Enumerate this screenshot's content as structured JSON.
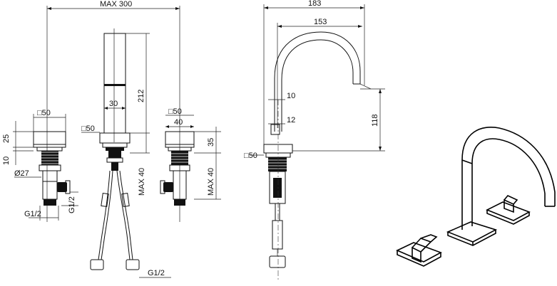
{
  "front_view": {
    "max_overall_width": "MAX 300",
    "left_square": "□50",
    "left_height_top": "25",
    "left_height_bottom": "10",
    "left_diameter": "Ø27",
    "left_thread": "G1/2",
    "left_thread_vertical": "G1/2",
    "center_width": "30",
    "center_height": "212",
    "center_square": "□50",
    "center_max_depth": "MAX 40",
    "hose_thread": "G1/2",
    "right_square": "□50",
    "right_width": "40",
    "right_height": "35",
    "right_max_depth": "MAX 40"
  },
  "side_view": {
    "overall_reach": "183",
    "spout_reach": "153",
    "dim_10": "10",
    "dim_12": "12",
    "spout_height": "118",
    "base_square": "□50"
  }
}
